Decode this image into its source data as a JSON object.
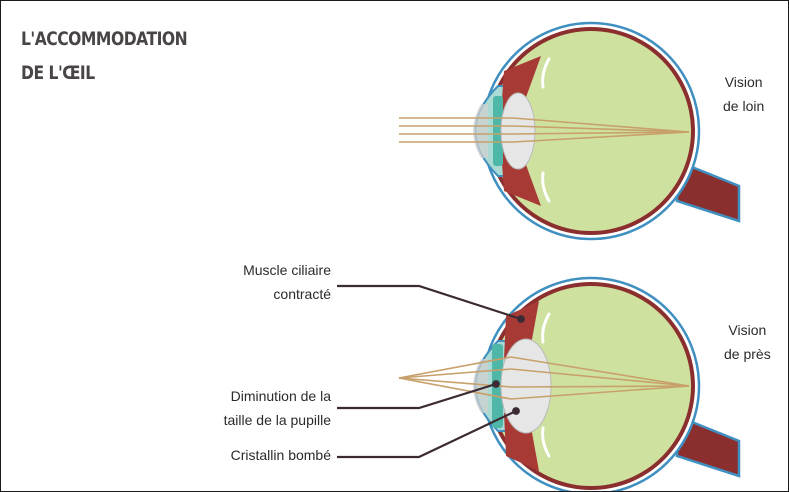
{
  "title": {
    "line1": "L'ACCOMMODATION",
    "line2": "DE L'ŒIL"
  },
  "labels": {
    "vision_far": {
      "line1": "Vision",
      "line2": "de loin"
    },
    "vision_near": {
      "line1": "Vision",
      "line2": "de près"
    },
    "ciliary_muscle": {
      "line1": "Muscle ciliaire",
      "line2": "contracté"
    },
    "pupil": {
      "line1": "Diminution de la",
      "line2": "taille de la pupille"
    },
    "lens": {
      "line1": "Cristallin bombé"
    }
  },
  "colors": {
    "vitreous": "#cfe19f",
    "choroid": "#8b2f2e",
    "sclera_outline": "#3f8fc0",
    "cornea": "#a9dad3",
    "iris": "#4fb7a8",
    "lens": "#e6e6e6",
    "light_rays": "#c8a06b",
    "leader_lines": "#3b2a33",
    "title": "#4a4545"
  }
}
